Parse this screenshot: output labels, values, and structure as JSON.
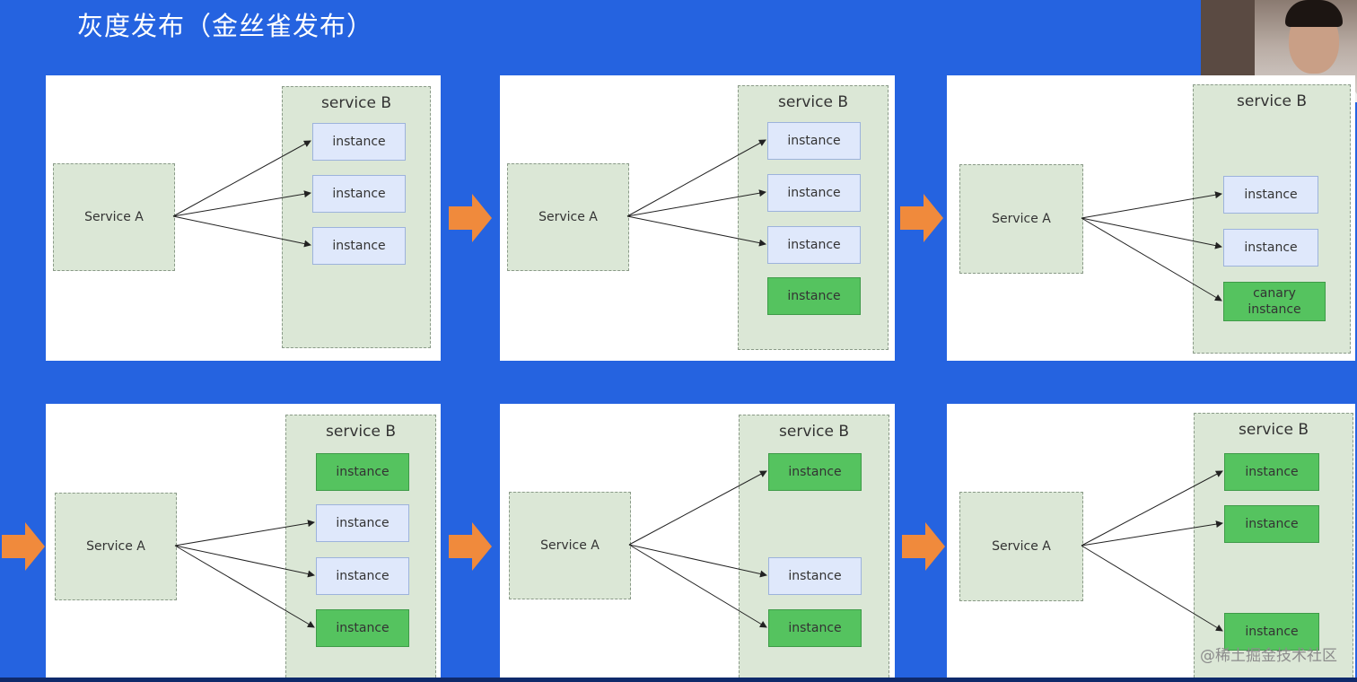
{
  "title": "灰度发布（金丝雀发布）",
  "watermark": "@稀土掘金技术社区",
  "labels": {
    "service_a": "Service A",
    "service_b": "service B",
    "instance": "instance",
    "canary_instance": "canary instance"
  },
  "colors": {
    "background": "#2563e0",
    "service_box": "#dbe7d6",
    "instance_blue": "#dfe8fb",
    "instance_green": "#55c35f",
    "flow_arrow": "#f08a3c"
  },
  "panels": [
    {
      "step": 1,
      "instances": [
        {
          "label": "instance",
          "color": "blue",
          "routed": true
        },
        {
          "label": "instance",
          "color": "blue",
          "routed": true
        },
        {
          "label": "instance",
          "color": "blue",
          "routed": true
        }
      ]
    },
    {
      "step": 2,
      "instances": [
        {
          "label": "instance",
          "color": "blue",
          "routed": true
        },
        {
          "label": "instance",
          "color": "blue",
          "routed": true
        },
        {
          "label": "instance",
          "color": "blue",
          "routed": true
        },
        {
          "label": "instance",
          "color": "green",
          "routed": false
        }
      ]
    },
    {
      "step": 3,
      "instances": [
        {
          "label": "instance",
          "color": "blue",
          "routed": true
        },
        {
          "label": "instance",
          "color": "blue",
          "routed": true
        },
        {
          "label": "canary instance",
          "color": "green",
          "routed": true
        }
      ]
    },
    {
      "step": 4,
      "instances": [
        {
          "label": "instance",
          "color": "green",
          "routed": false
        },
        {
          "label": "instance",
          "color": "blue",
          "routed": true
        },
        {
          "label": "instance",
          "color": "blue",
          "routed": true
        },
        {
          "label": "instance",
          "color": "green",
          "routed": true
        }
      ]
    },
    {
      "step": 5,
      "instances": [
        {
          "label": "instance",
          "color": "green",
          "routed": true
        },
        {
          "label": "instance",
          "color": "blue",
          "routed": true
        },
        {
          "label": "instance",
          "color": "green",
          "routed": true
        }
      ]
    },
    {
      "step": 6,
      "instances": [
        {
          "label": "instance",
          "color": "green",
          "routed": true
        },
        {
          "label": "instance",
          "color": "green",
          "routed": true
        },
        {
          "label": "instance",
          "color": "green",
          "routed": true
        }
      ]
    }
  ]
}
